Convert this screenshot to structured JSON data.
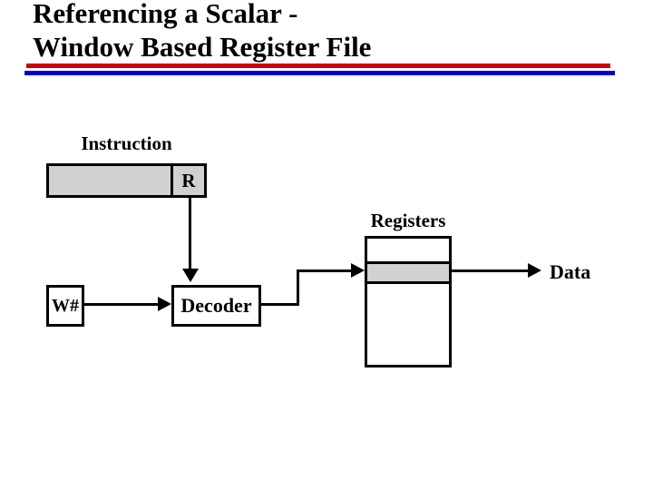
{
  "slide": {
    "title_line1": "Referencing a Scalar -",
    "title_line2": "Window Based Register File"
  },
  "colors": {
    "rule_red": "#cc0000",
    "rule_blue": "#0000cc",
    "box_gray_fill": "#d1d1d1",
    "line_black": "#000000",
    "background": "#ffffff"
  },
  "diagram": {
    "instruction_label": "Instruction",
    "register_field_label": "R",
    "window_number_label": "W#",
    "decoder_label": "Decoder",
    "registers_label": "Registers",
    "data_label": "Data"
  }
}
